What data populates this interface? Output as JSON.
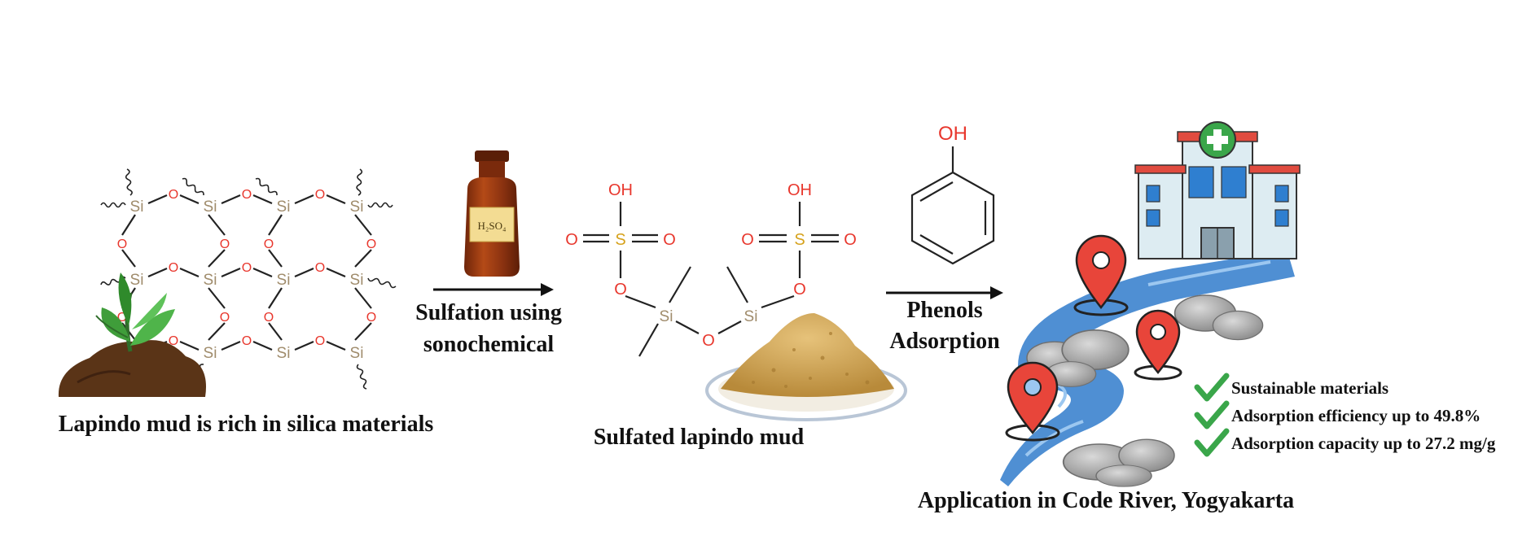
{
  "steps": {
    "step1_caption": "Lapindo mud is rich in silica materials",
    "arrow1_line1": "Sulfation using",
    "arrow1_line2": "sonochemical",
    "reagent_label": "H₂SO₄",
    "step2_caption": "Sulfated lapindo mud",
    "arrow2_line1": "Phenols",
    "arrow2_line2": "Adsorption",
    "step3_caption": "Application in Code River, Yogyakarta"
  },
  "atoms": {
    "silicon": "Si",
    "oxygen": "O",
    "sulfur": "S",
    "hydroxyl": "OH"
  },
  "benefits": [
    "Sustainable materials",
    "Adsorption efficiency up to 49.8%",
    "Adsorption capacity up to 27.2 mg/g"
  ],
  "colors": {
    "oxygen": "#e8372d",
    "silicon": "#a08c6c",
    "sulfur": "#d6a21c",
    "check": "#3aa64a",
    "pin": "#e8453a",
    "river": "#4f8fd3",
    "bottle": "#9c3a12",
    "soil": "#5a3417",
    "leaf": "#3f9d3a"
  },
  "icons": {
    "reagent": "reagent-bottle-icon",
    "location": "map-pin-icon",
    "check": "check-mark-icon",
    "building": "hospital-icon"
  }
}
